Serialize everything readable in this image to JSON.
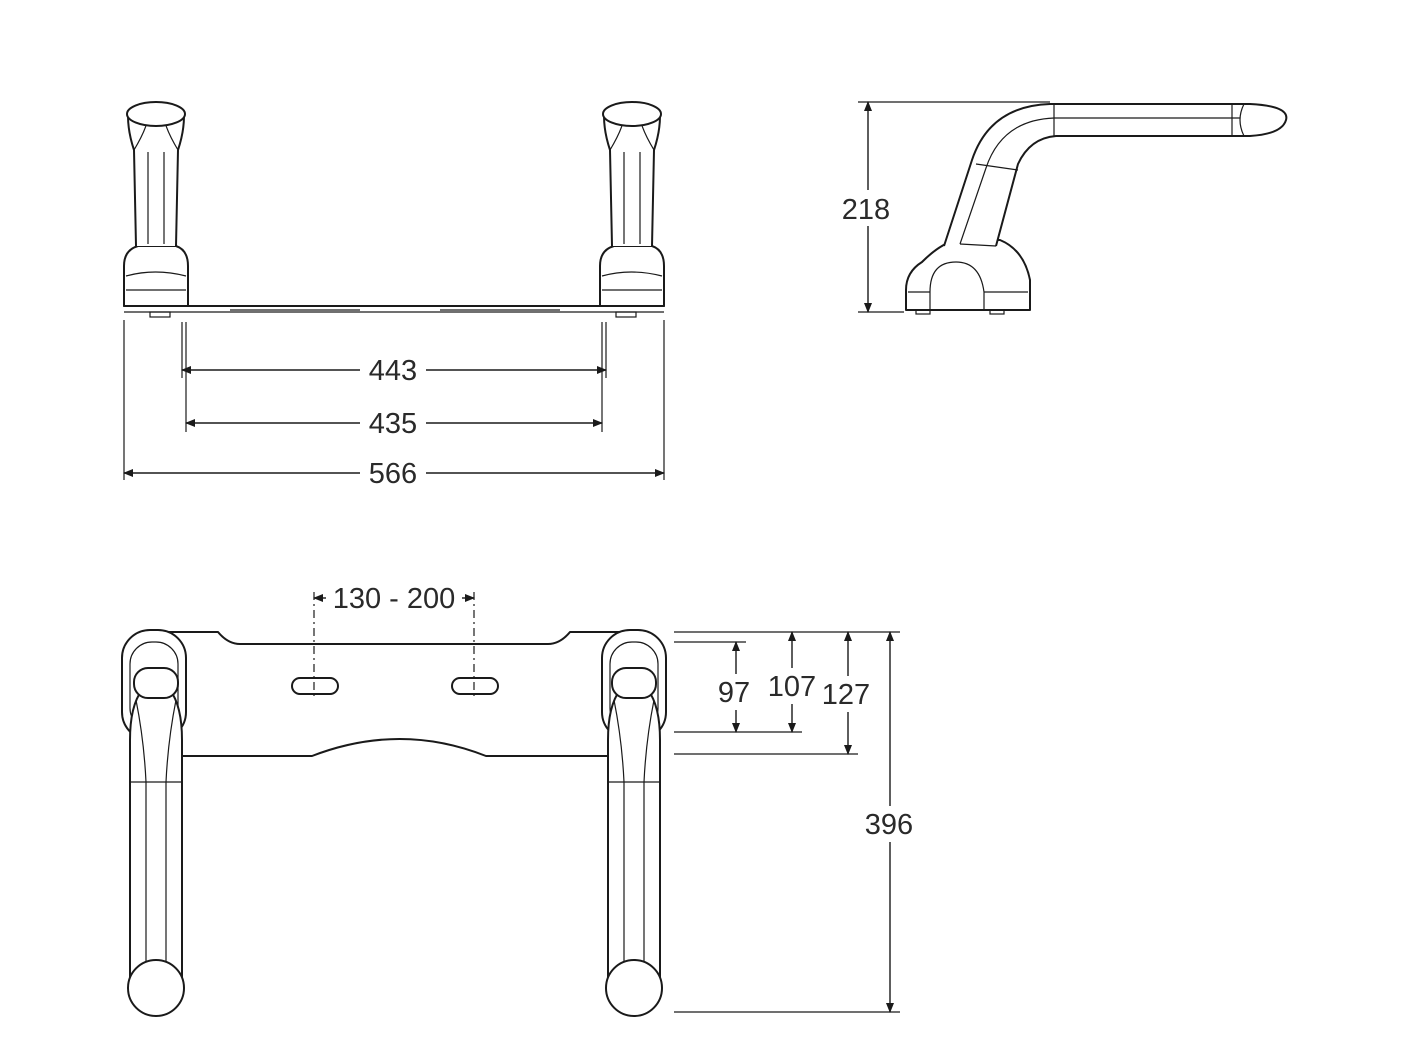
{
  "front_view": {
    "inner_span": "443",
    "fixing_span": "435",
    "overall_width": "566"
  },
  "side_view": {
    "height": "218"
  },
  "top_view": {
    "slot_centres": "130 - 200",
    "depth_97": "97",
    "depth_107": "107",
    "depth_127": "127",
    "overall_depth": "396"
  },
  "colors": {
    "line": "#1a1a1a",
    "background": "#ffffff"
  }
}
